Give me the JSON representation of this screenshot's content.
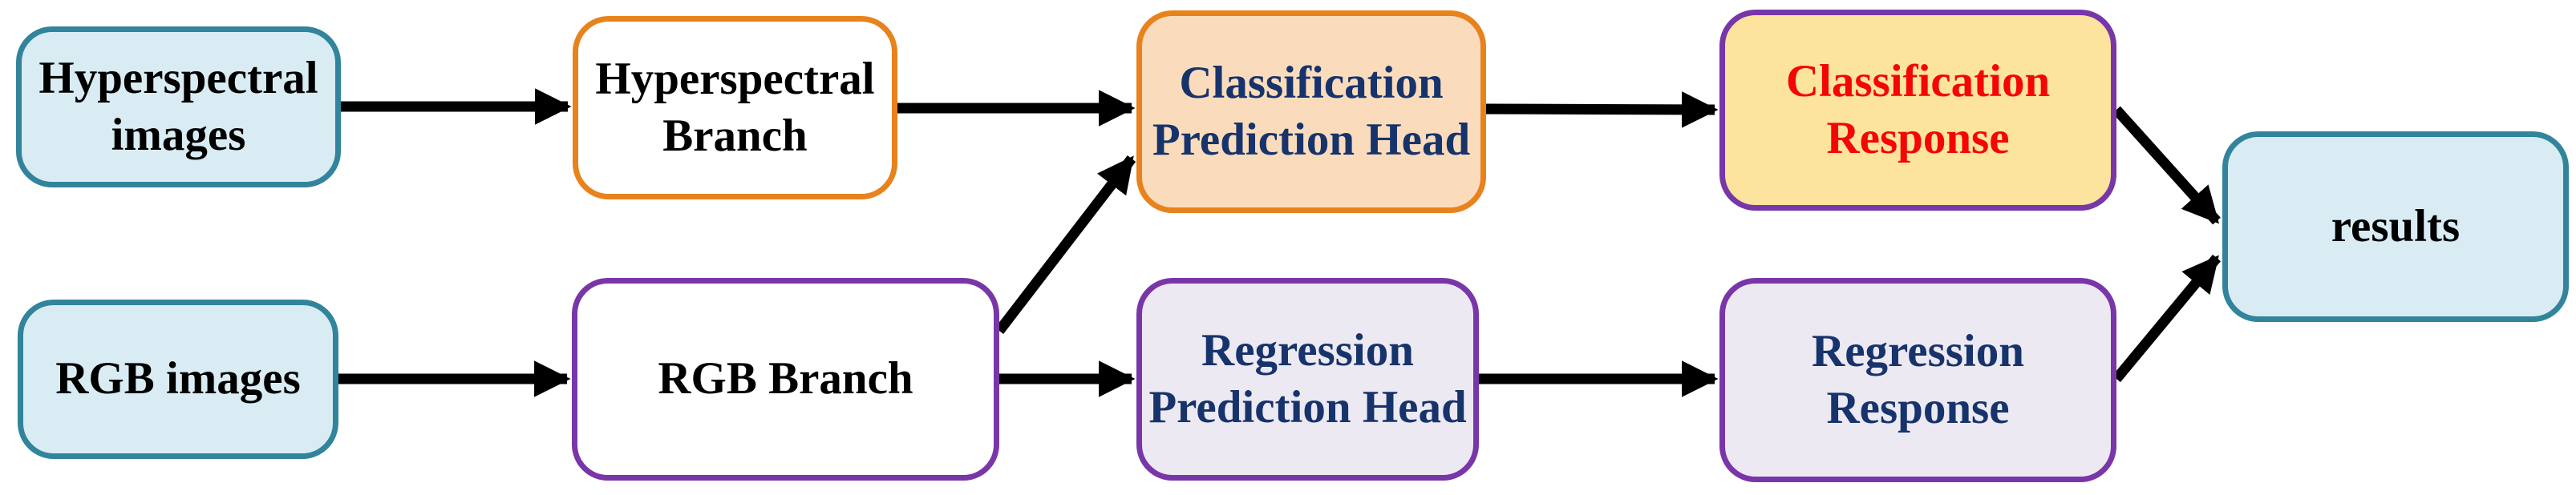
{
  "diagram": {
    "arrow_color": "#000000",
    "colors": {
      "teal_border": "#31849B",
      "light_blue_fill": "#D9ECF3",
      "orange_border": "#E8821C",
      "peach_fill": "#FADCBD",
      "purple_border": "#7936A8",
      "yellow_fill": "#FCE49E",
      "lavender_fill": "#ECE9F2",
      "white_fill": "#FFFFFF",
      "navy_text": "#17336B",
      "red_text": "#F50505",
      "black_text": "#000000"
    },
    "nodes": [
      {
        "id": "hyperspectral-images",
        "lines": [
          "Hyperspectral",
          "images"
        ],
        "fill": "#D9ECF3",
        "border": "#31849B",
        "text_color": "#000000"
      },
      {
        "id": "hyperspectral-branch",
        "lines": [
          "Hyperspectral",
          "Branch"
        ],
        "fill": "#FFFFFF",
        "border": "#E8821C",
        "text_color": "#000000"
      },
      {
        "id": "classification-prediction-head",
        "lines": [
          "Classification",
          "Prediction Head"
        ],
        "fill": "#FADCBD",
        "border": "#E8821C",
        "text_color": "#17336B"
      },
      {
        "id": "classification-response",
        "lines": [
          "Classification",
          "Response"
        ],
        "fill": "#FCE49E",
        "border": "#7936A8",
        "text_color": "#F50505"
      },
      {
        "id": "rgb-images",
        "lines": [
          "RGB images"
        ],
        "fill": "#D9ECF3",
        "border": "#31849B",
        "text_color": "#000000"
      },
      {
        "id": "rgb-branch",
        "lines": [
          "RGB Branch"
        ],
        "fill": "#FFFFFF",
        "border": "#7936A8",
        "text_color": "#000000"
      },
      {
        "id": "regression-prediction-head",
        "lines": [
          "Regression",
          "Prediction Head"
        ],
        "fill": "#ECE9F2",
        "border": "#7936A8",
        "text_color": "#17336B"
      },
      {
        "id": "regression-response",
        "lines": [
          "Regression",
          "Response"
        ],
        "fill": "#ECE9F2",
        "border": "#7936A8",
        "text_color": "#17336B"
      },
      {
        "id": "results",
        "lines": [
          "results"
        ],
        "fill": "#D9ECF3",
        "border": "#31849B",
        "text_color": "#000000"
      }
    ],
    "edges": [
      {
        "from": "hyperspectral-images",
        "to": "hyperspectral-branch"
      },
      {
        "from": "rgb-images",
        "to": "rgb-branch"
      },
      {
        "from": "hyperspectral-branch",
        "to": "classification-prediction-head"
      },
      {
        "from": "rgb-branch",
        "to": "classification-prediction-head"
      },
      {
        "from": "rgb-branch",
        "to": "regression-prediction-head"
      },
      {
        "from": "classification-prediction-head",
        "to": "classification-response"
      },
      {
        "from": "regression-prediction-head",
        "to": "regression-response"
      },
      {
        "from": "classification-response",
        "to": "results"
      },
      {
        "from": "regression-response",
        "to": "results"
      }
    ]
  }
}
